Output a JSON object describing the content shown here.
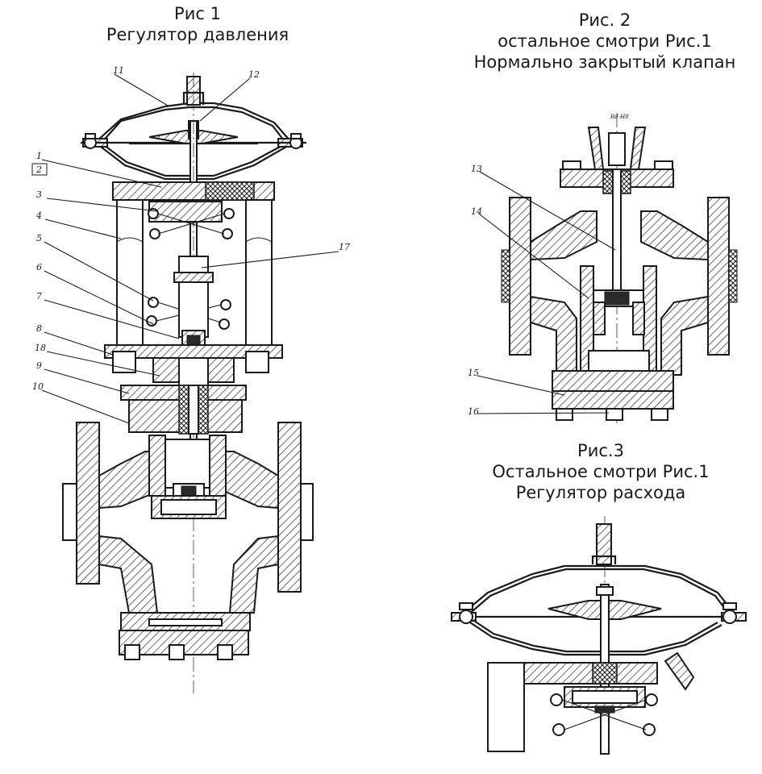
{
  "fig1": {
    "title": "Рис 1",
    "subtitle": "Регулятор давления"
  },
  "fig2": {
    "title": "Рис. 2",
    "line2": "остальное смотри Рис.1",
    "line3": "Нормально закрытый клапан"
  },
  "fig3": {
    "title": "Рис.3",
    "line2": "Остальное смотри Рис.1",
    "line3": "Регулятор расхода"
  },
  "callouts_fig1": [
    "1",
    "2",
    "3",
    "4",
    "5",
    "6",
    "7",
    "8",
    "18",
    "9",
    "10",
    "11",
    "12",
    "17"
  ],
  "callouts_fig2": [
    "13",
    "14",
    "15",
    "16"
  ],
  "fig2_small_label": "Rd-H8"
}
